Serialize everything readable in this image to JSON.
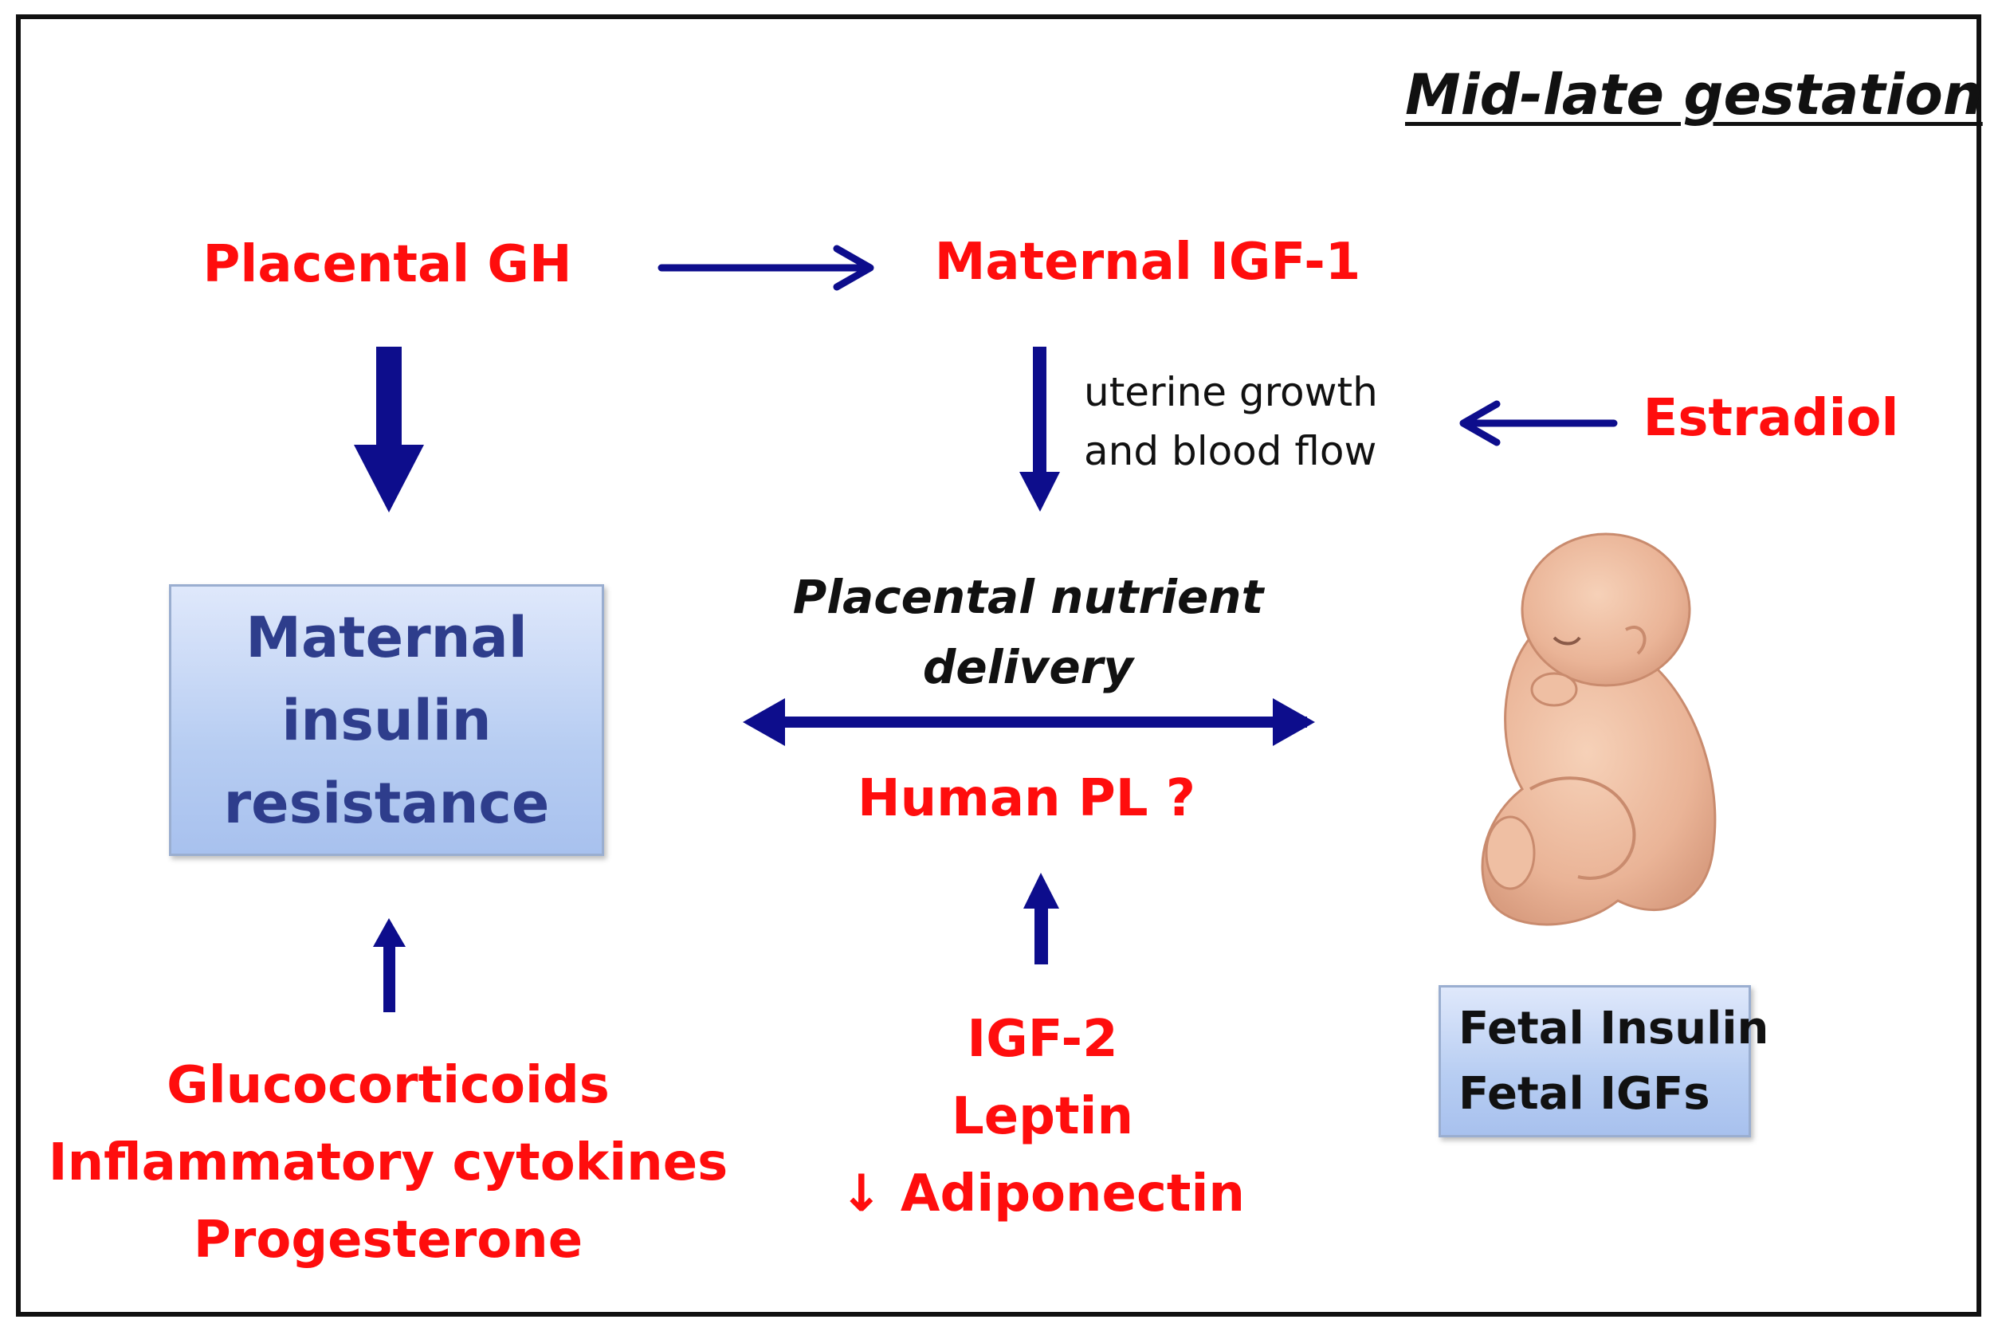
{
  "title": "Mid-late gestation",
  "nodes": {
    "placental_gh": "Placental GH",
    "maternal_igf1": "Maternal IGF-1",
    "estradiol": "Estradiol",
    "uterine_note_line1": "uterine growth",
    "uterine_note_line2": "and blood flow",
    "placental_nutrient_line1": "Placental nutrient",
    "placental_nutrient_line2": "delivery",
    "human_pl": "Human PL ?",
    "insulin_resistance": "Maternal insulin resistance",
    "fetal_box": [
      "Fetal Insulin",
      "Fetal IGFs"
    ],
    "left_factors": [
      "Glucocorticoids",
      "Inflammatory cytokines",
      "Progesterone"
    ],
    "center_factors": [
      "IGF-2",
      "Leptin",
      "↓ Adiponectin"
    ]
  },
  "colors": {
    "factor_text": "#ff0d0d",
    "arrow": "#0d0d8c",
    "box_text": "#2e3d8c",
    "box_fill": "#b7cdf2"
  },
  "icons": {
    "fetus": "fetus-illustration"
  }
}
